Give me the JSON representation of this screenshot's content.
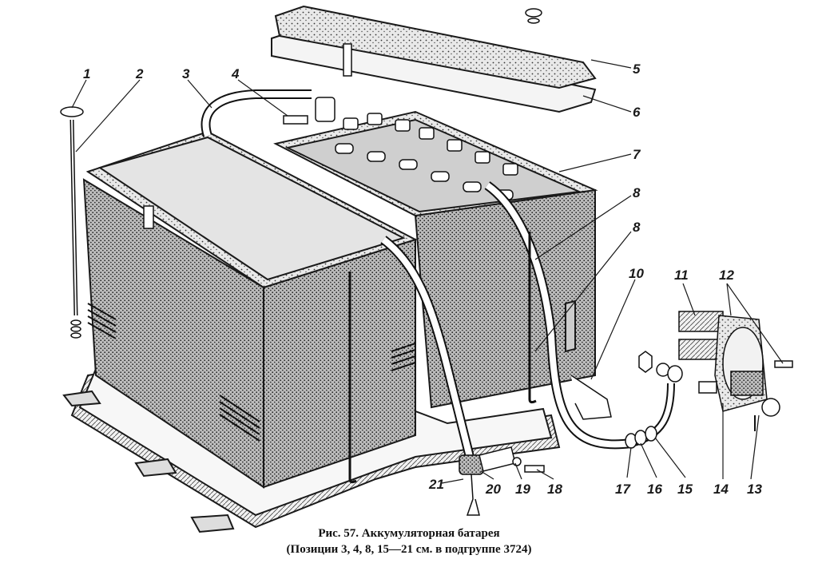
{
  "caption": {
    "line1": "Рис. 57. Аккумуляторная батарея",
    "line2": "(Позиции 3, 4, 8, 15—21 см. в подгруппе 3724)"
  },
  "callouts": {
    "n1": "1",
    "n2": "2",
    "n3": "3",
    "n4": "4",
    "n5": "5",
    "n6": "6",
    "n7": "7",
    "n8a": "8",
    "n8b": "8",
    "n10": "10",
    "n11": "11",
    "n12": "12",
    "n13": "13",
    "n14": "14",
    "n15": "15",
    "n16": "16",
    "n17": "17",
    "n18": "18",
    "n19": "19",
    "n20": "20",
    "n21": "21"
  }
}
